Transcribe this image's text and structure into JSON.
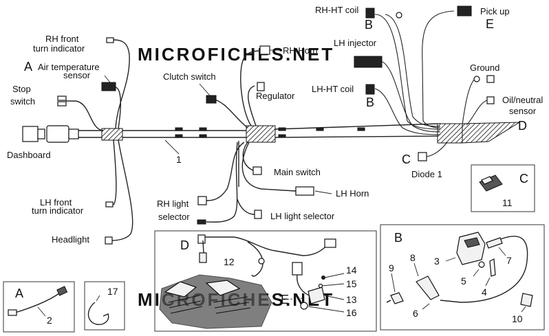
{
  "watermark": "MICROFICHES.NET",
  "labels": {
    "rh_front_turn_1": "RH front",
    "rh_front_turn_2": "turn indicator",
    "letter_a_main": "A",
    "air_temp_1": "Air temperature",
    "air_temp_2": "sensor",
    "stop_1": "Stop",
    "stop_2": "switch",
    "dashboard": "Dashboard",
    "lh_front_turn_1": "LH front",
    "lh_front_turn_2": "turn indicator",
    "headlight": "Headlight",
    "clutch_switch": "Clutch switch",
    "rh_horn": "RH Horn",
    "regulator": "Regulator",
    "num_1": "1",
    "main_switch": "Main switch",
    "lh_horn": "LH Horn",
    "rh_light_sel_1": "RH light",
    "rh_light_sel_2": "selector",
    "lh_light_selector": "LH light selector",
    "rh_ht_coil": "RH-HT coil",
    "letter_b_top": "B",
    "lh_injector": "LH injector",
    "lh_ht_coil": "LH-HT coil",
    "letter_b_mid": "B",
    "pick_up": "Pick up",
    "letter_e_top": "E",
    "ground": "Ground",
    "oil_neutral_1": "Oil/neutral",
    "oil_neutral_2": "sensor",
    "letter_d_main": "D",
    "letter_c_main": "C",
    "diode_1": "Diode 1"
  },
  "inset_c": {
    "letter": "C",
    "part": "11"
  },
  "inset_a": {
    "letter": "A",
    "part": "2"
  },
  "inset_17": {
    "part": "17"
  },
  "inset_d": {
    "letter_d": "D",
    "letter_e": "E",
    "parts": [
      "12",
      "14",
      "15",
      "13",
      "16"
    ]
  },
  "inset_b": {
    "letter": "B",
    "parts": [
      "3",
      "7",
      "8",
      "9",
      "5",
      "4",
      "6",
      "10"
    ]
  }
}
